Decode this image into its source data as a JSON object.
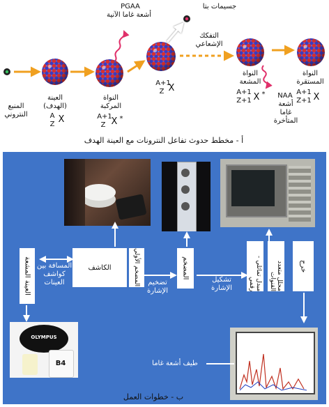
{
  "top": {
    "source_label_line1": "المنبع",
    "source_label_line2": "النتروني",
    "target_label_line1": "العينة",
    "target_label_line2": "(الهدف)",
    "target_A": "A",
    "target_Z": "Z",
    "target_X": "X",
    "compound_label_line1": "النواة",
    "compound_label_line2": "المركبة",
    "compound_A": "A+1",
    "compound_Z": "Z",
    "compound_X": "X",
    "compound_star": "*",
    "pgaa": "PGAA",
    "pgaa_desc": "أشعة غاما الآنية",
    "mid_A": "A+1",
    "mid_Z": "Z",
    "mid_X": "X",
    "beta_particles": "جسيمات بتا",
    "decay_line1": "التفكك",
    "decay_line2": "الإشعاعي",
    "radiating_label_line1": "النواة",
    "radiating_label_line2": "المشعة",
    "radiating_A": "A+1",
    "radiating_Z": "Z+1",
    "radiating_X": "X",
    "radiating_star": "*",
    "naa": "NAA",
    "naa_line1": "أشعة",
    "naa_line2": "غاما",
    "naa_line3": "المتأخرة",
    "stable_label_line1": "النواة",
    "stable_label_line2": "المستقرة",
    "stable_A": "A+1",
    "stable_Z": "Z+1",
    "stable_X": "X",
    "caption": "أ - مخطط حدوث تفاعل النترونات مع العينة الهدف"
  },
  "bottom": {
    "radioactive_sample": "العينة المشعة",
    "distance_line1": "المسافة بين",
    "distance_line2": "كواشف",
    "distance_line3": "العينات",
    "detector": "الكاشف",
    "preamp": "المضخم الأولي",
    "amp_signal_line1": "تضخيم",
    "amp_signal_line2": "الإشارة",
    "amplifier": "المضخم",
    "shaping_line1": "تشكيل",
    "shaping_line2": "الإشارة",
    "adc": "مبدل تماثلي - رقمي",
    "mca": "محلل متعدد القنوات",
    "output": "خرج",
    "spectrum": "طيف أشعة غاما",
    "caption": "ب - خطوات العمل",
    "cap_brand": "OLYMPUS",
    "vial_label": "B4"
  },
  "colors": {
    "arrow": "#f0a020",
    "panel": "#3f74c8",
    "wavy": "#e0306a"
  }
}
